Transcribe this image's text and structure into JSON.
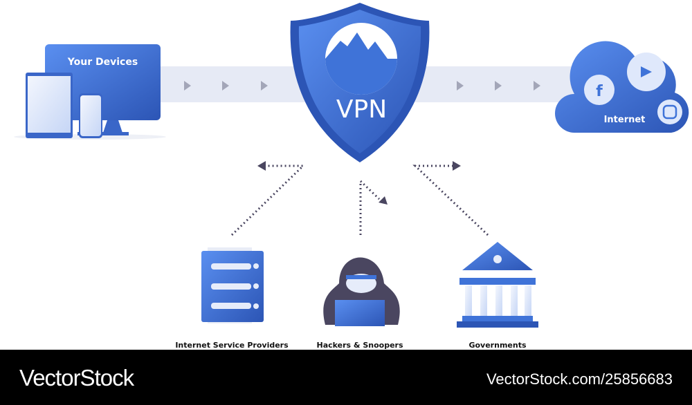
{
  "devices_label": "Your Devices",
  "vpn_label": "VPN",
  "internet_label": "Internet",
  "threats": [
    {
      "label": "Internet Service Providers"
    },
    {
      "label": "Hackers & Snoopers"
    },
    {
      "label": "Governments"
    }
  ],
  "footer": {
    "brand": "VectorStock",
    "url": "VectorStock.com/25856683"
  },
  "colors": {
    "primary": "#3f73d8",
    "dark": "#2c55b5",
    "tunnel": "#e6eaf5",
    "hacker": "#4a4660"
  }
}
